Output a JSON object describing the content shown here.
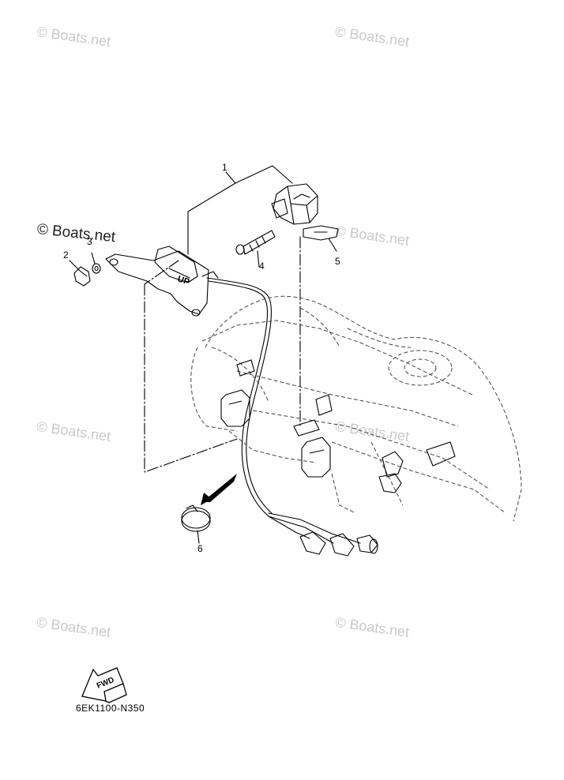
{
  "watermarks": [
    "© Boats.net",
    "© Boats.net",
    "© Boats.net",
    "© Boats.net",
    "© Boats.net",
    "© Boats.net",
    "© Boats.net",
    "© Boats.net"
  ],
  "callouts": {
    "c1": "1",
    "c2": "2",
    "c3": "3",
    "c4": "4",
    "c5": "5",
    "c6": "6"
  },
  "labels": {
    "up_mark": "UP",
    "fwd_mark": "FWD"
  },
  "diagram_code": "6EK1100-N350"
}
